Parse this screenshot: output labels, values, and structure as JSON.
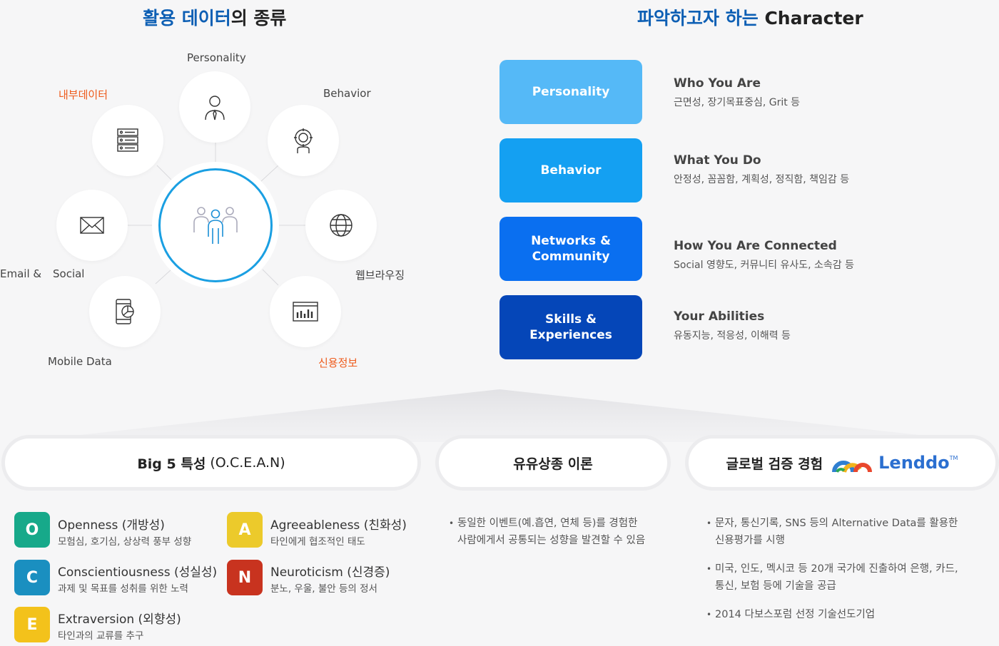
{
  "left_title": {
    "part1": "활용 데이터",
    "part2": "의 종류"
  },
  "right_title": {
    "part1": "파악하고자 하는",
    "part2": "Character"
  },
  "nodes": {
    "personality": {
      "label": "Personality",
      "icon": "person-tie-icon"
    },
    "behavior": {
      "label": "Behavior",
      "icon": "gear-head-icon"
    },
    "internal": {
      "label": "내부데이터",
      "icon": "server-list-icon"
    },
    "email_social": {
      "label1": "Email &",
      "label2": "Social",
      "icon": "envelope-icon"
    },
    "web": {
      "label": "웹브라우징",
      "icon": "globe-icon"
    },
    "mobile": {
      "label": "Mobile Data",
      "icon": "phone-chart-icon"
    },
    "credit": {
      "label": "신용정보",
      "icon": "browser-chart-icon"
    },
    "center": {
      "icon": "people-group-icon"
    }
  },
  "characters": [
    {
      "box": "Personality",
      "title": "Who You Are",
      "desc": "근면성, 장기목표중심, Grit 등",
      "color": "#55b9f7"
    },
    {
      "box": "Behavior",
      "title": "What You Do",
      "desc": "안정성, 꼼꼼함, 계획성, 정직함, 책임감 등",
      "color": "#14a0f2"
    },
    {
      "box_line1": "Networks &",
      "box_line2": "Community",
      "title": "How You Are Connected",
      "desc": "Social 영향도, 커뮤니티 유사도, 소속감 등",
      "color": "#0a6ff0"
    },
    {
      "box_line1": "Skills &",
      "box_line2": "Experiences",
      "title": "Your Abilities",
      "desc": "유동지능, 적응성, 이해력 등",
      "color": "#0546b8"
    }
  ],
  "pills": {
    "big5_bold": "Big 5 특성",
    "big5_rest": " (O.C.E.A.N)",
    "theory": "유유상종 이론",
    "global": "글로벌 검증 경험",
    "brand": "Lenddo",
    "brand_tm": "TM"
  },
  "ocean": [
    {
      "letter": "O",
      "title": "Openness (개방성)",
      "desc": "모험심, 호기심, 상상력 풍부 성향",
      "color": "#17a98a"
    },
    {
      "letter": "C",
      "title": "Conscientiousness (성실성)",
      "desc": "과제 및 목표를 성취를 위한 노력",
      "color": "#1a8fc0"
    },
    {
      "letter": "E",
      "title": "Extraversion (외향성)",
      "desc": "타인과의 교류를 추구",
      "color": "#f3c21b"
    },
    {
      "letter": "A",
      "title": "Agreeableness (친화성)",
      "desc": "타인에게 협조적인 태도",
      "color": "#ecca2b"
    },
    {
      "letter": "N",
      "title": "Neuroticism (신경증)",
      "desc": "분노, 우울, 불안 등의 정서",
      "color": "#c8331f"
    }
  ],
  "theory_bullets": {
    "b1_line1": "동일한 이벤트(예.흡연, 연체 등)를 경험한",
    "b1_line2": "사람에게서 공통되는 성향을 발견할 수 있음"
  },
  "global_bullets": {
    "b1_line1": "문자, 통신기록, SNS 등의 Alternative Data를 활용한",
    "b1_line2": "신용평가를 시행",
    "b2_line1": "미국, 인도, 멕시코 등 20개 국가에 진출하여 은행, 카드,",
    "b2_line2": "통신, 보험 등에 기술을 공급",
    "b3_line1": "2014 다보스포럼 선정 기술선도기업"
  },
  "bullet_char": "•"
}
